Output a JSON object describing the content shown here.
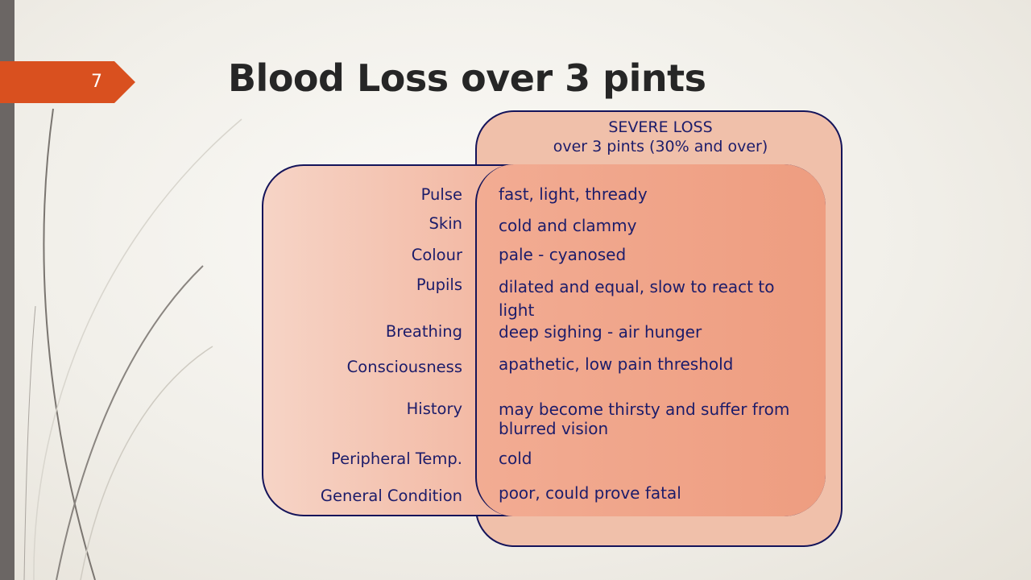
{
  "slide": {
    "number": "7",
    "title": "Blood Loss over 3 pints",
    "accent_color": "#d9501f"
  },
  "diagram": {
    "header_line1": "SEVERE LOSS",
    "header_line2": "over 3 pints (30% and over)",
    "rows": [
      {
        "label": "Pulse",
        "value": "fast, light, thready"
      },
      {
        "label": "Skin",
        "value": "cold and clammy"
      },
      {
        "label": "Colour",
        "value": "pale - cyanosed"
      },
      {
        "label": "Pupils",
        "value": "dilated and equal, slow to react to light"
      },
      {
        "label": "Breathing",
        "value": "deep sighing - air hunger"
      },
      {
        "label": "Consciousness",
        "value": "apathetic, low pain threshold"
      },
      {
        "label": "History",
        "value": "may become thirsty and suffer from blurred vision"
      },
      {
        "label": "Peripheral Temp.",
        "value": "cold"
      },
      {
        "label": "General Condition",
        "value": "poor, could prove fatal"
      }
    ]
  }
}
